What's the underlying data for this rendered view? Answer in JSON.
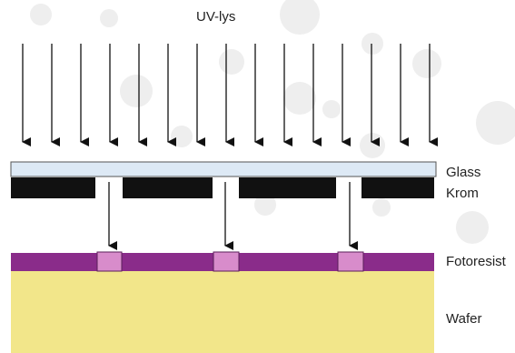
{
  "labels": {
    "uv": "UV-lys",
    "glass": "Glass",
    "krom": "Krom",
    "fotoresist": "Fotoresist",
    "wafer": "Wafer"
  },
  "colors": {
    "glass": "#dde9f5",
    "krom": "#111111",
    "fotoresist": "#8a2c8a",
    "exposed": "#d88ccb",
    "wafer": "#f2e68a",
    "arrow": "#111111",
    "bubble": "#eeeeee"
  },
  "structure": {
    "uv_arrow_count": 15,
    "mask_opening_count": 3
  }
}
